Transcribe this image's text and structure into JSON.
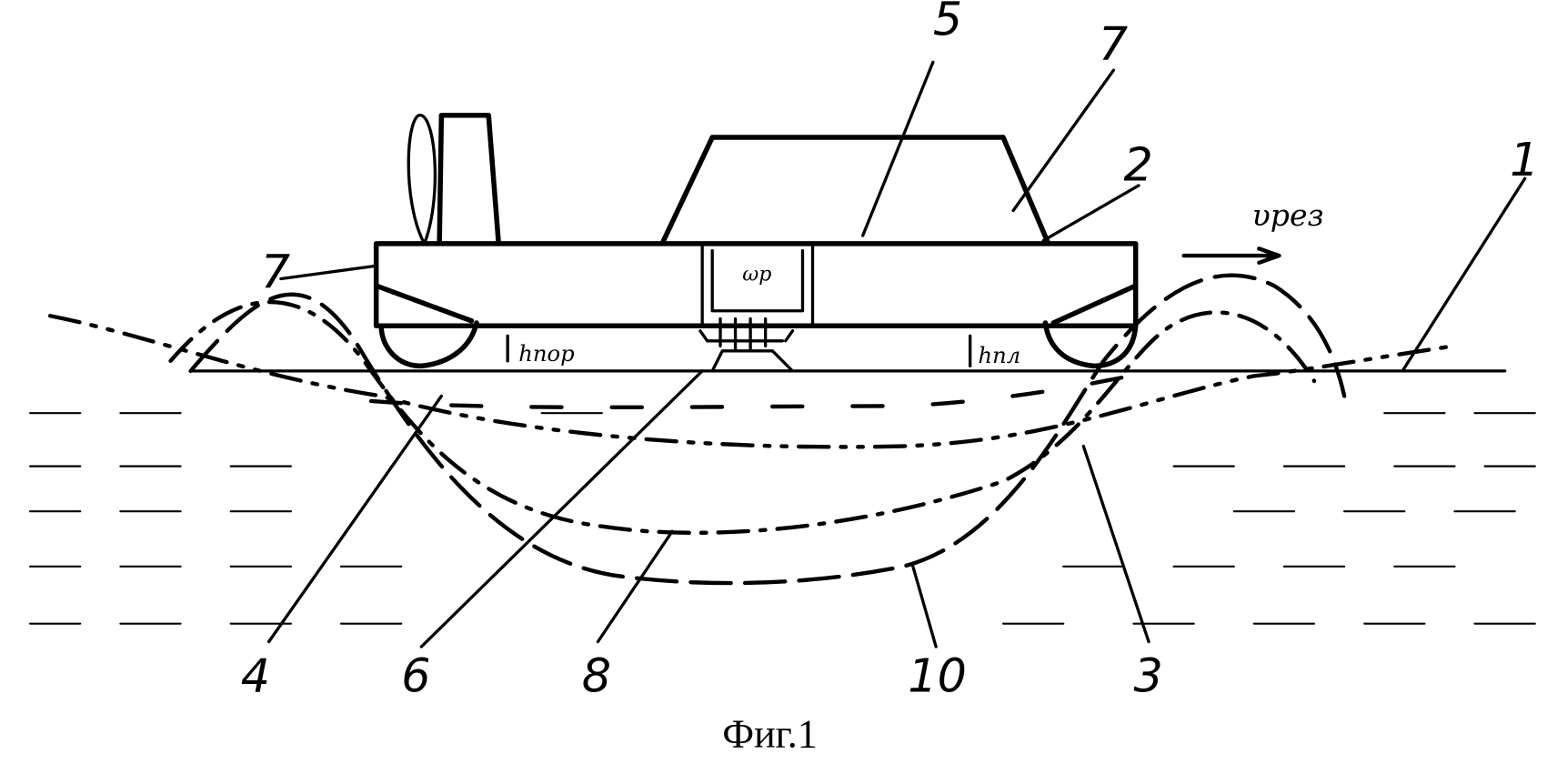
{
  "figure": {
    "caption": "Фиг.1",
    "labels": {
      "water_surface": "1",
      "vessel": "2",
      "wave_front": "3",
      "wave_rear": "4",
      "drive": "5",
      "nozzle": "6",
      "hull_left": "7",
      "hull_right": "7",
      "wave_8": "8",
      "wave_10": "10"
    },
    "symbols": {
      "velocity": "υрез",
      "h_threshold": "hпор",
      "h_float": "hпл",
      "omega": "ωр"
    }
  }
}
